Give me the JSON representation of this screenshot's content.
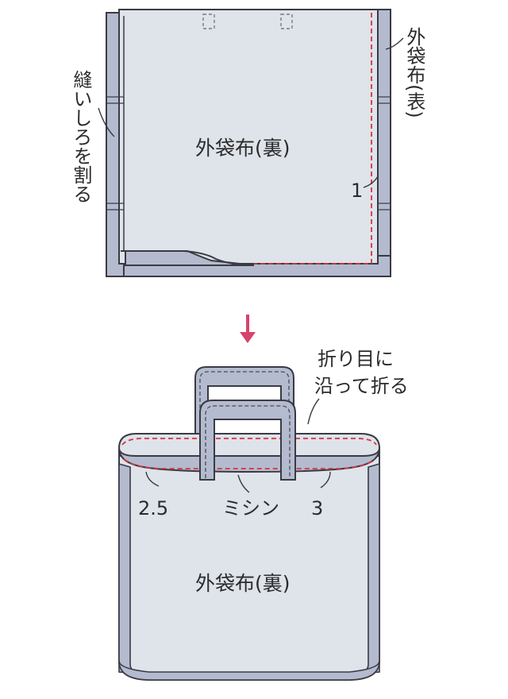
{
  "colors": {
    "fabric_back": "#dfe3ea",
    "fabric_front": "#b4bbcf",
    "outline": "#3a3a44",
    "stitch_red": "#d9333a",
    "stitch_dark": "#4a4a56",
    "arrow": "#d6436b"
  },
  "top_figure": {
    "center_label": "外袋布(裏)",
    "side_label_right": "外袋布(表)",
    "side_label_left": "縫いしろを割る",
    "measure_label": "1"
  },
  "arrow": {
    "icon": "down-arrow-icon"
  },
  "bottom_figure": {
    "center_label": "外袋布(裏)",
    "fold_label_line1": "折り目に",
    "fold_label_line2": "沿って折る",
    "measure_left": "2.5",
    "stitch_label": "ミシン",
    "measure_right": "3"
  }
}
